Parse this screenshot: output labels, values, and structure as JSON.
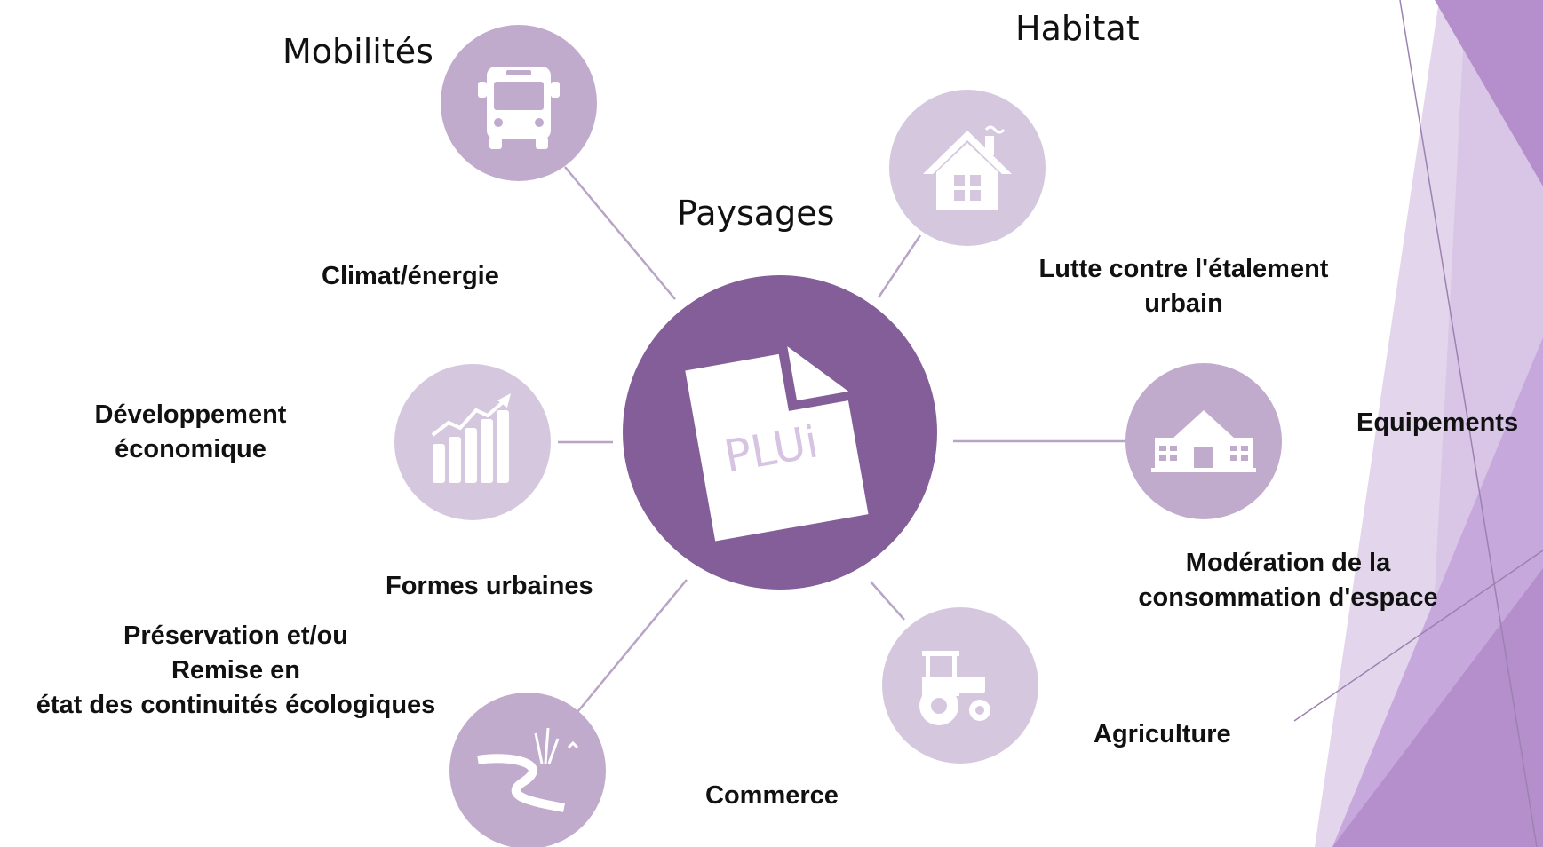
{
  "center": {
    "label": "PLUi",
    "icon": "document-icon"
  },
  "themes": [
    {
      "key": "mobilites",
      "label": "Mobilités",
      "icon": "bus-icon"
    },
    {
      "key": "habitat",
      "label": "Habitat",
      "icon": "house-icon"
    },
    {
      "key": "paysages",
      "label": "Paysages"
    },
    {
      "key": "climat",
      "label": "Climat/énergie"
    },
    {
      "key": "etalement",
      "label_line1": "Lutte contre l'étalement",
      "label_line2": "urbain"
    },
    {
      "key": "developpement",
      "label_line1": "Développement",
      "label_line2": "économique",
      "icon": "growth-chart-icon"
    },
    {
      "key": "equipements",
      "label": "Equipements",
      "icon": "public-building-icon"
    },
    {
      "key": "formes",
      "label": "Formes urbaines"
    },
    {
      "key": "moderation",
      "label_line1": "Modération de la",
      "label_line2": "consommation d'espace"
    },
    {
      "key": "preservation",
      "label_line1": "Préservation et/ou",
      "label_line2": "Remise en",
      "label_line3": "état des continuités écologiques",
      "icon": "river-landscape-icon"
    },
    {
      "key": "agriculture",
      "label": "Agriculture",
      "icon": "tractor-icon"
    },
    {
      "key": "commerce",
      "label": "Commerce"
    }
  ],
  "colors": {
    "center": "#835e99",
    "circle_dark": "#c0abcc",
    "circle_light": "#d5c8de",
    "connector": "#b8a4c6",
    "accent_strip": "#b48fcb",
    "accent_light": "#dccbe8"
  }
}
